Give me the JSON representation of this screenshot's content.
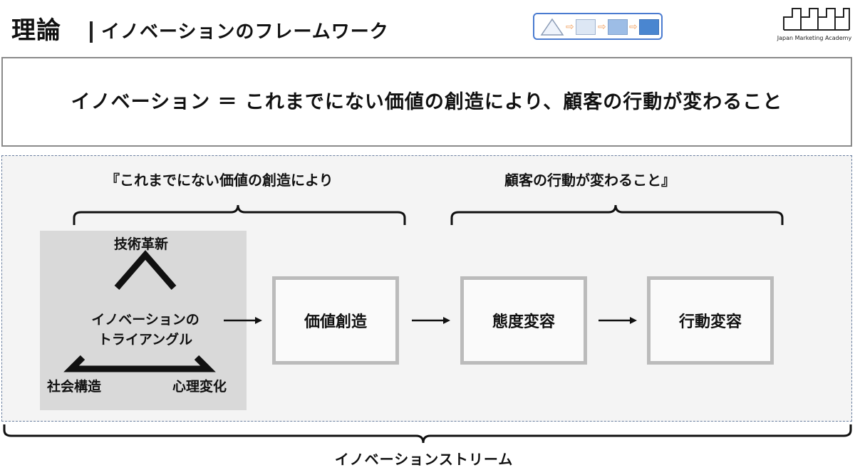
{
  "header": {
    "title": "理論",
    "subtitle": "イノベーションのフレームワーク",
    "logo_text": "Japan Marketing Academy"
  },
  "definition": {
    "text": "イノベーション ＝ これまでにない価値の創造により、顧客の行動が変わること"
  },
  "stream": {
    "brace_left_label": "『これまでにない価値の創造により",
    "brace_right_label": "顧客の行動が変わること』",
    "triangle": {
      "top_label": "技術革新",
      "center_label_line1": "イノベーションの",
      "center_label_line2": "トライアングル",
      "bottom_left_label": "社会構造",
      "bottom_right_label": "心理変化"
    },
    "steps": [
      "価値創造",
      "態度変容",
      "行動変容"
    ],
    "bottom_label": "イノベーションストリーム"
  },
  "colors": {
    "progress_border": "#4a7bd0",
    "progress_arrow": "#f0a060",
    "box_border": "#bbbbbb",
    "panel_bg": "#f4f4f4",
    "triangle_bg": "#d9d9d9"
  }
}
